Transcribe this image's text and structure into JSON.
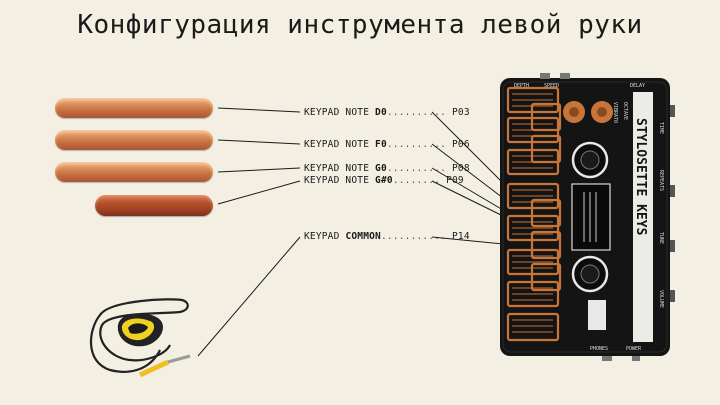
{
  "title": "Конфигурация инструмента левой руки",
  "labels": [
    {
      "prefix": "KEYPAD NOTE ",
      "note": "D0",
      "dots": "..........",
      "pin": "P03"
    },
    {
      "prefix": "KEYPAD NOTE ",
      "note": "F0",
      "dots": "..........",
      "pin": "P06"
    },
    {
      "prefix": "KEYPAD NOTE ",
      "note": "G0",
      "dots": "..........",
      "pin": "P08"
    },
    {
      "prefix": "KEYPAD NOTE ",
      "note": "G#0",
      "dots": "........",
      "pin": "P09"
    },
    {
      "prefix": "KEYPAD ",
      "note": "COMMON",
      "dots": "...........",
      "pin": "P14"
    }
  ],
  "device": {
    "top_labels": [
      "DEPTH",
      "SPEED",
      "DELAY"
    ],
    "side_labels": [
      "VIBRATO",
      "OCTAVE"
    ],
    "right_labels": [
      "TIME",
      "REPEATS",
      "TUNE",
      "VOLUME"
    ],
    "brand": "STYLOSETTE KEYS",
    "bottom_labels": [
      "PHONES",
      "POWER"
    ]
  },
  "colors": {
    "background": "#f4efe3",
    "device_body": "#141414",
    "pad_copper": "#c8753a",
    "line": "#1a1a1a"
  }
}
